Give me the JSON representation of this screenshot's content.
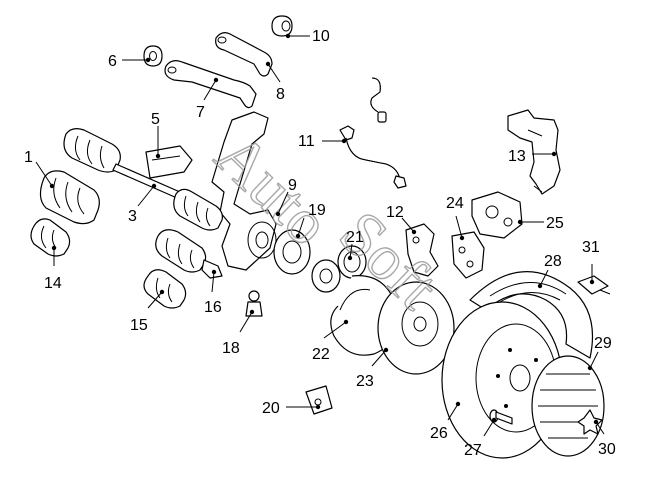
{
  "watermark": {
    "line1": "Auto",
    "line2": "Soft"
  },
  "callouts": [
    {
      "id": "1",
      "label": "1"
    },
    {
      "id": "3",
      "label": "3"
    },
    {
      "id": "5",
      "label": "5"
    },
    {
      "id": "6",
      "label": "6"
    },
    {
      "id": "7",
      "label": "7"
    },
    {
      "id": "8",
      "label": "8"
    },
    {
      "id": "9",
      "label": "9"
    },
    {
      "id": "10",
      "label": "10"
    },
    {
      "id": "11",
      "label": "11"
    },
    {
      "id": "12",
      "label": "12"
    },
    {
      "id": "13",
      "label": "13"
    },
    {
      "id": "14",
      "label": "14"
    },
    {
      "id": "15",
      "label": "15"
    },
    {
      "id": "16",
      "label": "16"
    },
    {
      "id": "18",
      "label": "18"
    },
    {
      "id": "19",
      "label": "19"
    },
    {
      "id": "20",
      "label": "20"
    },
    {
      "id": "21",
      "label": "21"
    },
    {
      "id": "22",
      "label": "22"
    },
    {
      "id": "23",
      "label": "23"
    },
    {
      "id": "24",
      "label": "24"
    },
    {
      "id": "25",
      "label": "25"
    },
    {
      "id": "26",
      "label": "26"
    },
    {
      "id": "27",
      "label": "27"
    },
    {
      "id": "28",
      "label": "28"
    },
    {
      "id": "29",
      "label": "29"
    },
    {
      "id": "30",
      "label": "30"
    },
    {
      "id": "31",
      "label": "31"
    }
  ]
}
